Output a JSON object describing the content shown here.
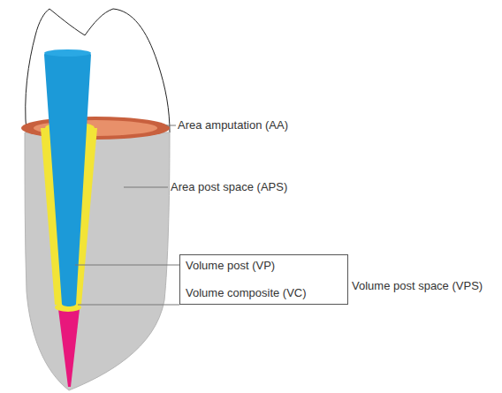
{
  "diagram": {
    "nodes": [
      {
        "text": [
          "Volume post (VP)",
          "Volume composite (VC)",
          "Volume post space (VPS)"
        ]
      }
    ],
    "labels": [
      "Area amputation (AA)",
      "Area post space (APS)"
    ]
  }
}
